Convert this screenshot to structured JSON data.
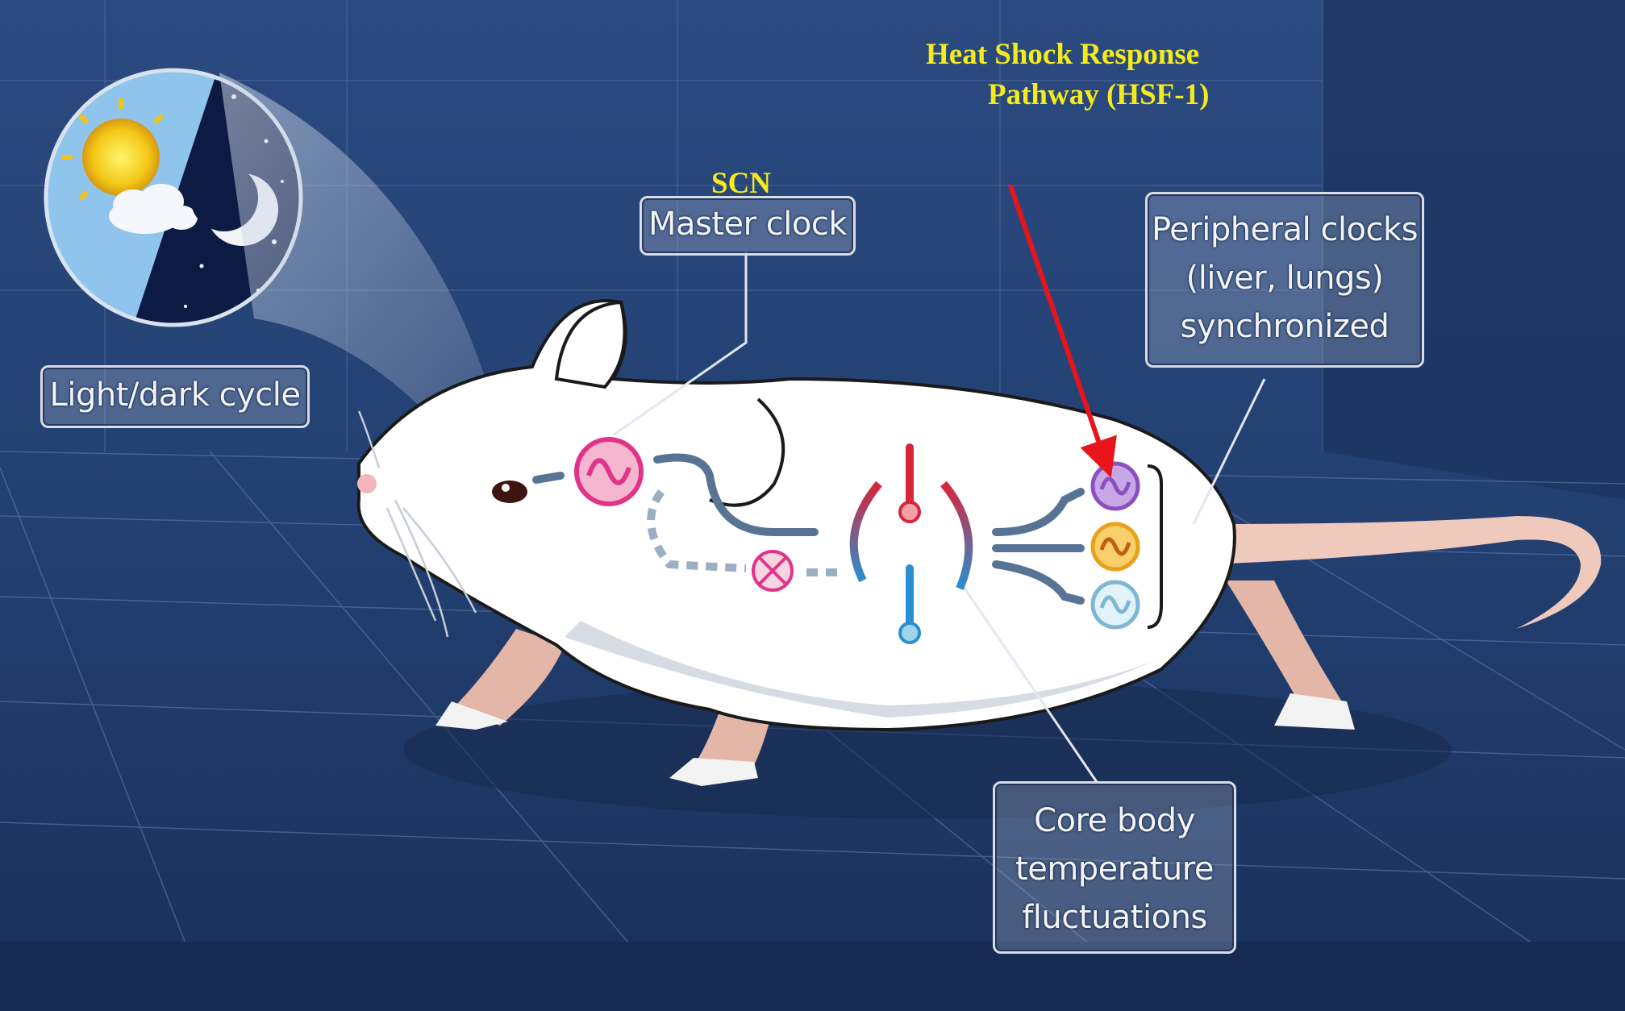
{
  "labels": {
    "light_dark": "Light/dark cycle",
    "master_clock": "Master clock",
    "peripheral_line1": "Peripheral clocks",
    "peripheral_line2": "(liver, lungs)",
    "peripheral_line3": "synchronized",
    "core_line1": "Core body",
    "core_line2": "temperature",
    "core_line3": "fluctuations"
  },
  "annotations": {
    "scn": "SCN",
    "hsr_line1": "Heat Shock Response",
    "hsr_line2": "Pathway (HSF-1)"
  },
  "colors": {
    "background": "#1e3560",
    "annotation_text": "#f5ea1c",
    "arrow": "#e8141c",
    "master_clock": "#e2338a",
    "peripheral_1": "#8a4fc0",
    "peripheral_2": "#e8a21a",
    "peripheral_3": "#9fd3ea",
    "warm": "#d7253a",
    "cool": "#2a8fd0"
  },
  "icons": [
    "sun-icon",
    "cloud-icon",
    "moon-icon",
    "clock-icon",
    "thermometer-icon",
    "blocked-clock-icon"
  ]
}
